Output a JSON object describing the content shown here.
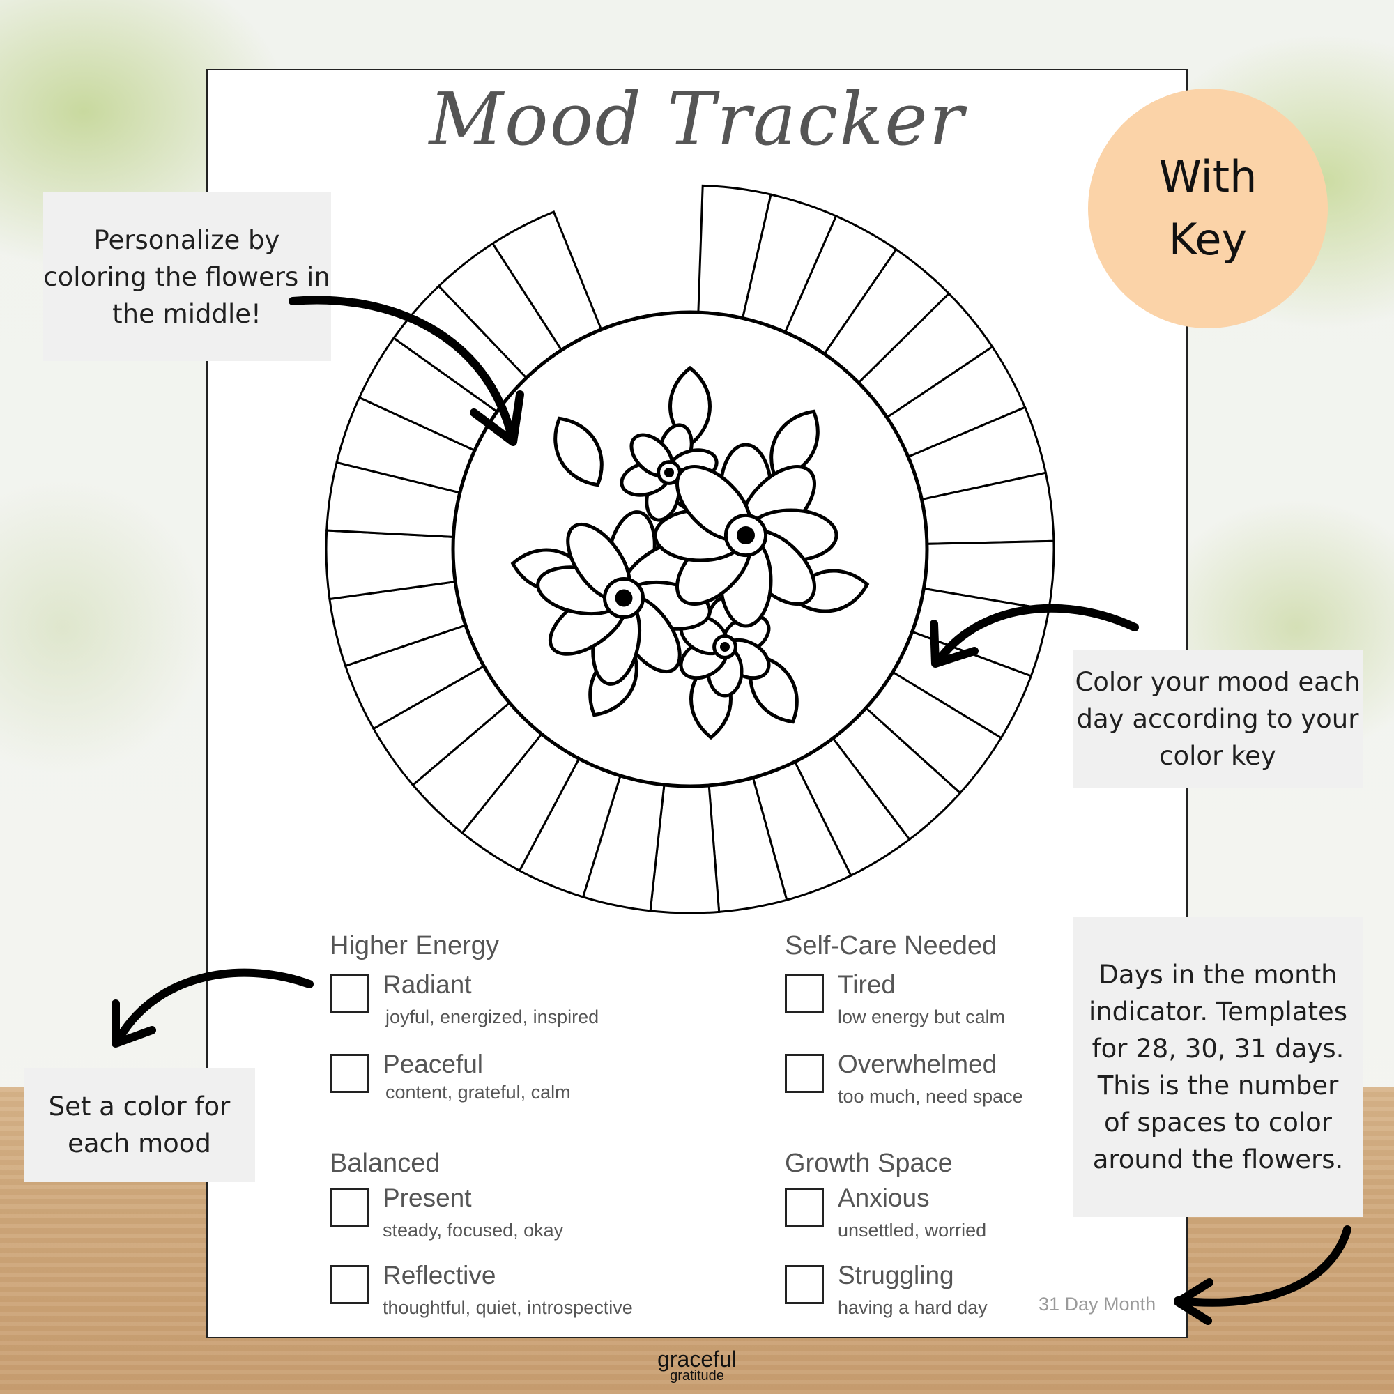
{
  "title": "Mood Tracker",
  "badge": {
    "text": "With\nKey",
    "color": "#fbd3a8"
  },
  "notes": {
    "personalize": "Personalize by coloring the flowers in the middle!",
    "color_mood": "Color your mood each day according to your color key",
    "set_color": "Set a color for each mood",
    "days_indicator": "Days in the month indicator. Templates for 28, 30, 31 days. This is the number of spaces to color around the flowers."
  },
  "tracker": {
    "days": 31
  },
  "key": {
    "groups": [
      {
        "heading": "Higher Energy",
        "items": [
          {
            "label": "Radiant",
            "desc": "joyful, energized, inspired"
          },
          {
            "label": "Peaceful",
            "desc": "content, grateful, calm"
          }
        ]
      },
      {
        "heading": "Self-Care Needed",
        "items": [
          {
            "label": "Tired",
            "desc": "low energy but calm"
          },
          {
            "label": "Overwhelmed",
            "desc": "too much, need space"
          }
        ]
      },
      {
        "heading": "Balanced",
        "items": [
          {
            "label": "Present",
            "desc": "steady, focused, okay"
          },
          {
            "label": "Reflective",
            "desc": "thoughtful, quiet, introspective"
          }
        ]
      },
      {
        "heading": "Growth Space",
        "items": [
          {
            "label": "Anxious",
            "desc": "unsettled, worried"
          },
          {
            "label": "Struggling",
            "desc": "having a hard day"
          }
        ]
      }
    ]
  },
  "month_label": "31 Day Month",
  "brand": {
    "line1": "graceful",
    "line2": "gratitude"
  }
}
